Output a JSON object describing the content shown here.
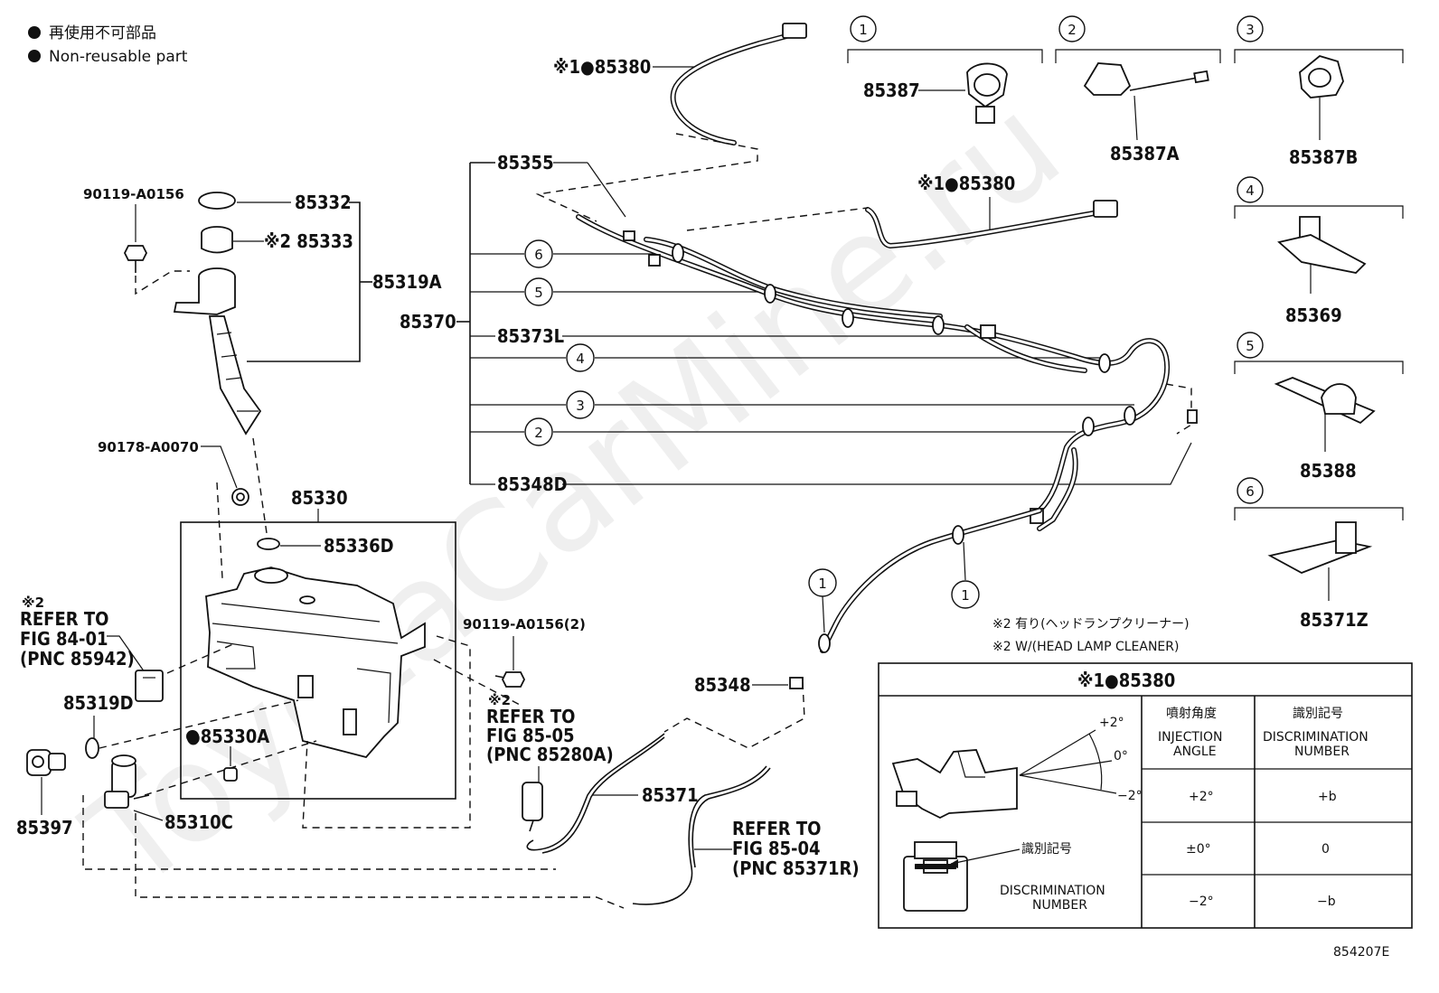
{
  "legend": {
    "line_jp": "再使用不可部品",
    "line_en": "Non-reusable part"
  },
  "watermark": "ToyotaCarMine.ru",
  "figure_code": "854207E",
  "parts": {
    "p85380_top": "※1●85380",
    "p85380_mid": "※1●85380",
    "p85355": "85355",
    "p85370": "85370",
    "p85373L": "85373L",
    "p85348D": "85348D",
    "p85348": "85348",
    "p85371": "85371",
    "p90119_top": "90119-A0156",
    "p85332": "85332",
    "p85333": "※2 85333",
    "p85319A": "85319A",
    "p90178": "90178-A0070",
    "p85330": "85330",
    "p85336D": "85336D",
    "p85330A": "●85330A",
    "p85319D": "85319D",
    "p85397": "85397",
    "p85310C": "85310C",
    "p90119_2": "90119-A0156(2)"
  },
  "refs": {
    "fig8401": [
      "※2",
      "REFER TO",
      "FIG 84-01",
      "(PNC 85942)"
    ],
    "fig8505": [
      "※2",
      "REFER TO",
      "FIG 85-05",
      "(PNC 85280A)"
    ],
    "fig8504": [
      "REFER TO",
      "FIG 85-04",
      "(PNC 85371R)"
    ]
  },
  "callouts": [
    "1",
    "2",
    "3",
    "4",
    "5",
    "6"
  ],
  "detail_boxes": [
    {
      "num": "1",
      "part": "85387"
    },
    {
      "num": "2",
      "part": "85387A"
    },
    {
      "num": "3",
      "part": "85387B"
    },
    {
      "num": "4",
      "part": "85369"
    },
    {
      "num": "5",
      "part": "85388"
    },
    {
      "num": "6",
      "part": "85371Z"
    }
  ],
  "notes": {
    "jp": "※2 有り(ヘッドランプクリーナー)",
    "en": "※2 W/(HEAD LAMP CLEANER)"
  },
  "table": {
    "title": "※1●85380",
    "col1_jp": "噴射角度",
    "col1_en": [
      "INJECTION",
      "ANGLE"
    ],
    "col2_jp": "識別記号",
    "col2_en": [
      "DISCRIMINATION",
      "NUMBER"
    ],
    "rows": [
      {
        "angle": "+2°",
        "mark": "+b"
      },
      {
        "angle": "±0°",
        "mark": "0"
      },
      {
        "angle": "−2°",
        "mark": "−b"
      }
    ],
    "angle_labels": [
      "+2°",
      "0°",
      "−2°"
    ],
    "mark_jp": "識別記号",
    "mark_en": [
      "DISCRIMINATION",
      "NUMBER"
    ]
  }
}
